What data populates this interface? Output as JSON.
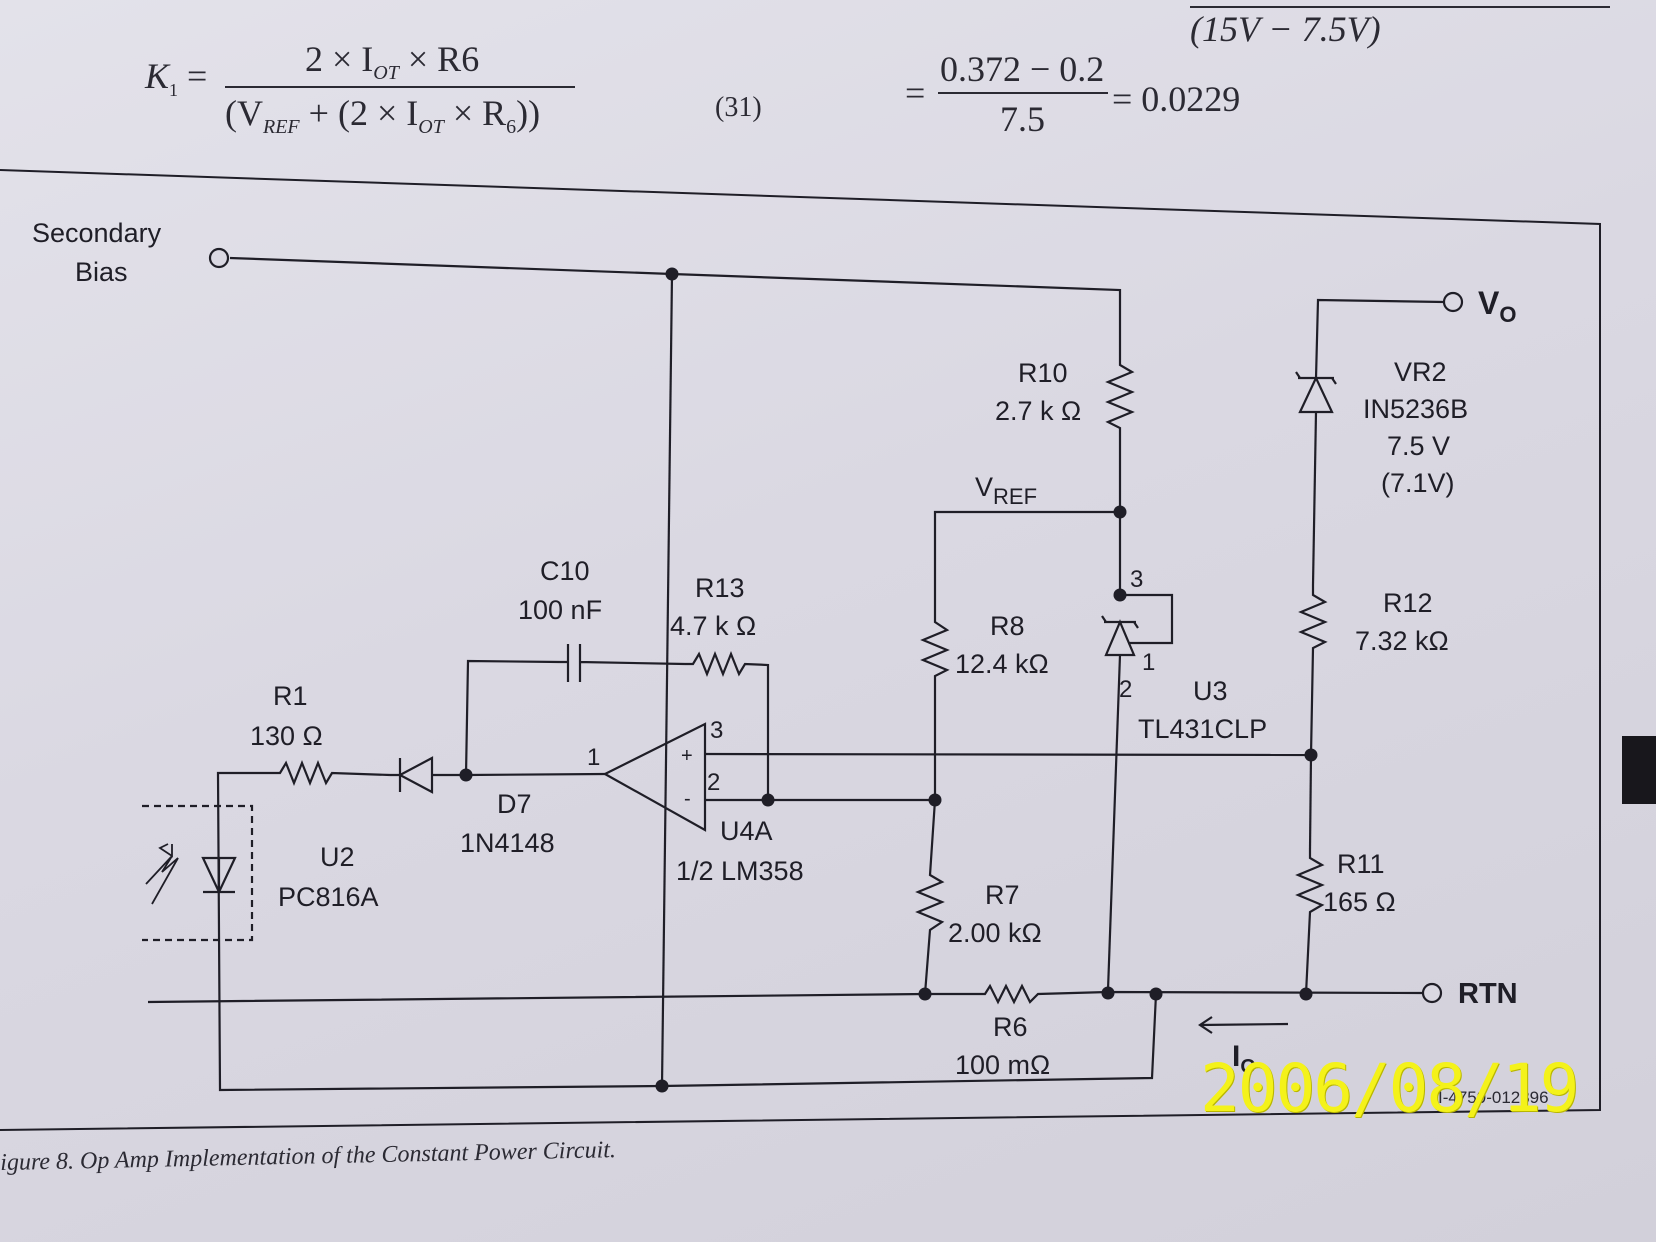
{
  "equations": {
    "top_right_fragment": "(15V − 7.5V)",
    "k1_lhs": "K",
    "k1_sub": "1",
    "k1_numerator": "2 × I",
    "k1_numerator_sub": "OT",
    "k1_numerator_tail": " × R6",
    "k1_denominator": "(V",
    "k1_denominator_sub1": "REF",
    "k1_denominator_mid": " + (2 × I",
    "k1_denominator_sub2": "OT",
    "k1_denominator_mid2": " × R",
    "k1_denominator_sub3": "6",
    "k1_denominator_tail": "))",
    "eq_number": "(31)",
    "num_numerator": "0.372 − 0.2",
    "num_denominator": "7.5",
    "num_result": "= 0.0229"
  },
  "labels": {
    "secondary_bias_1": "Secondary",
    "secondary_bias_2": "Bias",
    "vo": "V",
    "vo_sub": "O",
    "rtn": "RTN",
    "r10_name": "R10",
    "r10_value": "2.7 k Ω",
    "vref": "V",
    "vref_sub": "REF",
    "vr2_name": "VR2",
    "vr2_part": "IN5236B",
    "vr2_v": "7.5 V",
    "vr2_v2": "(7.1V)",
    "c10_name": "C10",
    "c10_value": "100 nF",
    "r13_name": "R13",
    "r13_value": "4.7 k Ω",
    "r8_name": "R8",
    "r8_value": "12.4 kΩ",
    "u3_pin3": "3",
    "u3_pin1": "1",
    "u3_pin2": "2",
    "u3_name": "U3",
    "u3_part": "TL431CLP",
    "r12_name": "R12",
    "r12_value": "7.32 kΩ",
    "r1_name": "R1",
    "r1_value": "130 Ω",
    "opamp_pin1": "1",
    "opamp_pin3": "3",
    "opamp_pin2": "2",
    "opamp_plus": "+",
    "opamp_minus": "-",
    "d7_name": "D7",
    "d7_part": "1N4148",
    "u4a_name": "U4A",
    "u4a_part": "1/2 LM358",
    "u2_name": "U2",
    "u2_part": "PC816A",
    "r7_name": "R7",
    "r7_value": "2.00 kΩ",
    "r11_name": "R11",
    "r11_value": "165 Ω",
    "r6_name": "R6",
    "r6_value": "100 mΩ",
    "io": "I",
    "io_sub": "O"
  },
  "caption": "igure 8. Op Amp Implementation of the Constant Power Circuit.",
  "figure_id": "I-4759-012396",
  "date_stamp": "2006/08/19",
  "colors": {
    "ink": "#1f1e27",
    "paper": "#dad8e2",
    "stamp": "#f4f21a"
  }
}
